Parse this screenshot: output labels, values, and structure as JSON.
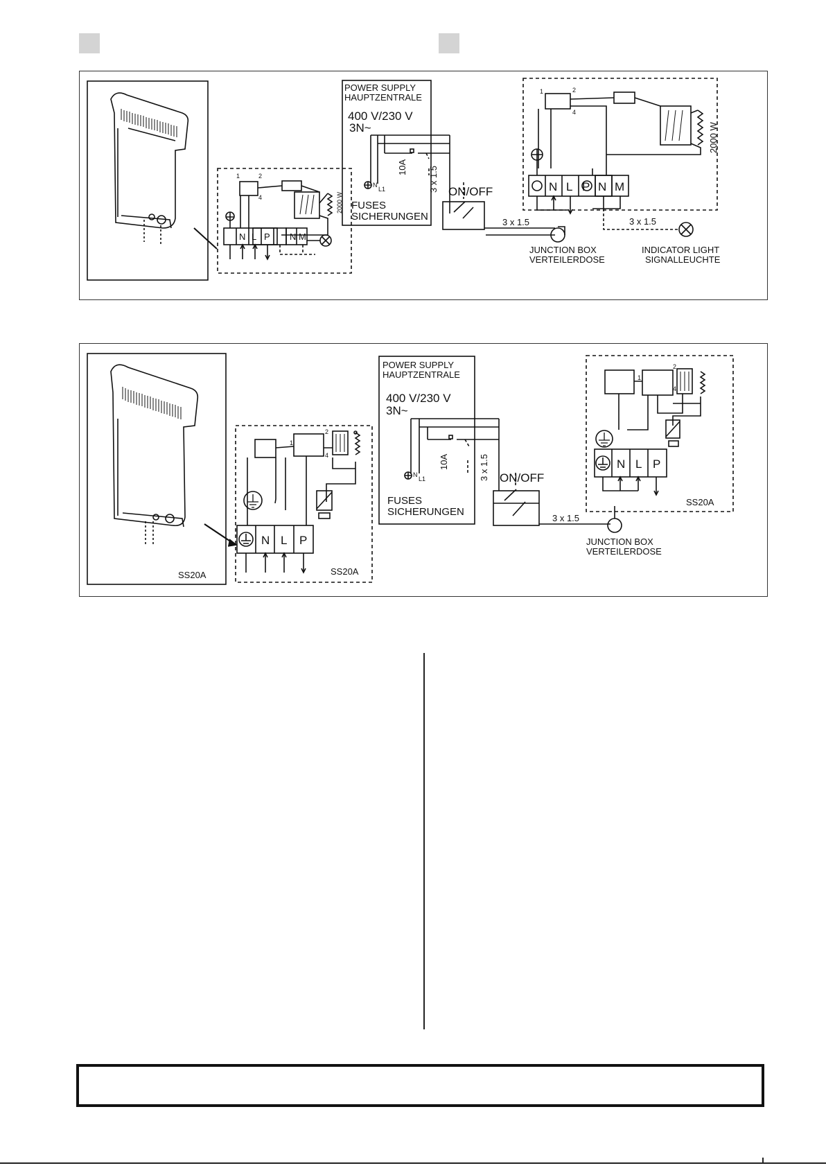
{
  "markers": [
    "",
    ""
  ],
  "figure1": {
    "power_supply_en": "POWER SUPPLY",
    "power_supply_de": "HAUPTZENTRALE",
    "voltage": "400 V/230 V",
    "phases": "3N~",
    "neutral": "N",
    "line": "L1",
    "fuse_rating": "10A",
    "fuses_en": "FUSES",
    "fuses_de": "SICHERUNGEN",
    "cable_vertical": "3 x 1.5",
    "on_off": "ON/OFF",
    "cable_to_junction": "3 x 1.5",
    "cable_to_indicator": "3 x 1.5",
    "junction_box_en": "JUNCTION BOX",
    "junction_box_de": "VERTEILERDOSE",
    "indicator_en": "INDICATOR LIGHT",
    "indicator_de": "SIGNALLEUCHTE",
    "heater_power": "2000 W",
    "terminals": [
      "N",
      "L",
      "P",
      "N",
      "M"
    ],
    "relay_pins": [
      "1",
      "2",
      "4"
    ]
  },
  "figure2": {
    "power_supply_en": "POWER SUPPLY",
    "power_supply_de": "HAUPTZENTRALE",
    "voltage": "400 V/230 V",
    "phases": "3N~",
    "neutral": "N",
    "line": "L1",
    "fuse_rating": "10A",
    "fuses_en": "FUSES",
    "fuses_de": "SICHERUNGEN",
    "cable_vertical": "3 x 1.5",
    "on_off": "ON/OFF",
    "cable_to_junction": "3 x 1.5",
    "junction_box_en": "JUNCTION BOX",
    "junction_box_de": "VERTEILERDOSE",
    "model": "SS20A",
    "terminals": [
      "N",
      "L",
      "P"
    ],
    "relay_pins": [
      "1",
      "2",
      "4"
    ]
  }
}
